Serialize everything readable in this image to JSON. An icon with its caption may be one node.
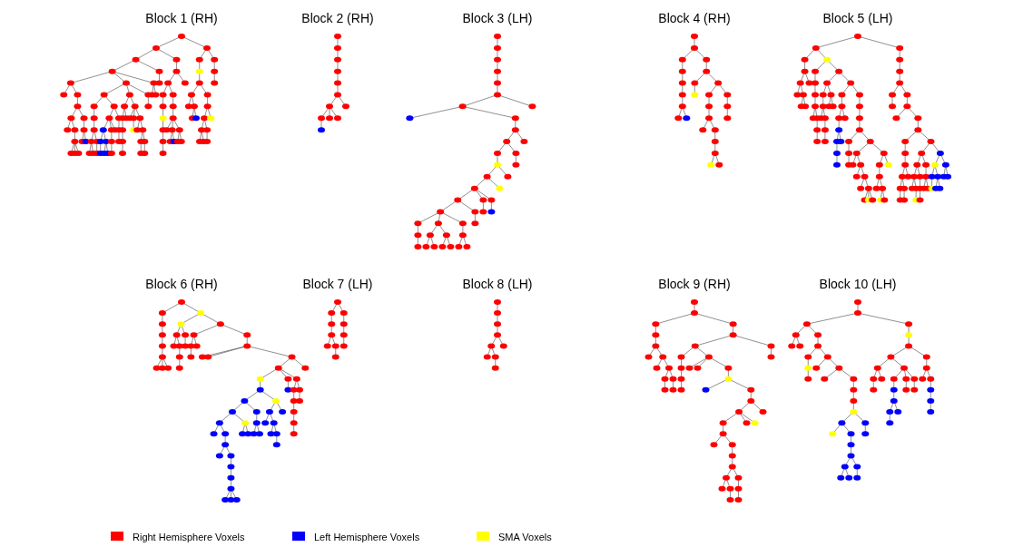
{
  "diagram": {
    "labels": [
      "Block 1 (RH)",
      "Block 2 (RH)",
      "Block 3 (LH)",
      "Block 4 (RH)",
      "Block 5 (LH)",
      "Block 6 (RH)",
      "Block 7 (LH)",
      "Block 8 (LH)",
      "Block 9 (RH)",
      "Block 10 (LH)"
    ],
    "legend": [
      {
        "text": "Right Hemisphere Voxels",
        "color": "#ff0000"
      },
      {
        "text": "Left Hemisphere Voxels",
        "color": "#0000ff"
      },
      {
        "text": "SMA Voxels",
        "color": "#ffff00"
      }
    ]
  }
}
